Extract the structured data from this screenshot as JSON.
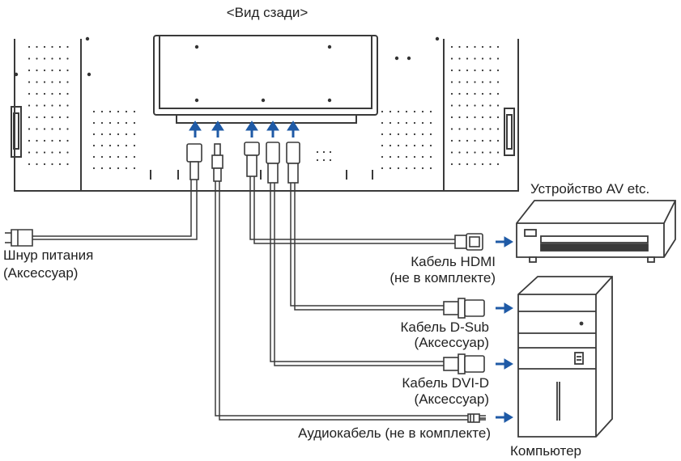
{
  "view_title": "<Вид сзади>",
  "labels": {
    "av_device": "Устройство AV etc.",
    "power_cord": "Шнур питания",
    "power_cord_note": "(Аксессуар)",
    "hdmi_cable": "Кабель HDMI",
    "hdmi_cable_note": "(не в комплекте)",
    "dsub_cable": "Кабель D-Sub",
    "dsub_cable_note": "(Аксессуар)",
    "dvid_cable": "Кабель DVI-D",
    "dvid_cable_note": "(Аксессуар)",
    "audio_cable": "Аудиокабель (не в комплекте)",
    "computer": "Компьютер"
  },
  "colors": {
    "line": "#3a3a3a",
    "arrow": "#1f5aa6",
    "dot": "#333333"
  }
}
